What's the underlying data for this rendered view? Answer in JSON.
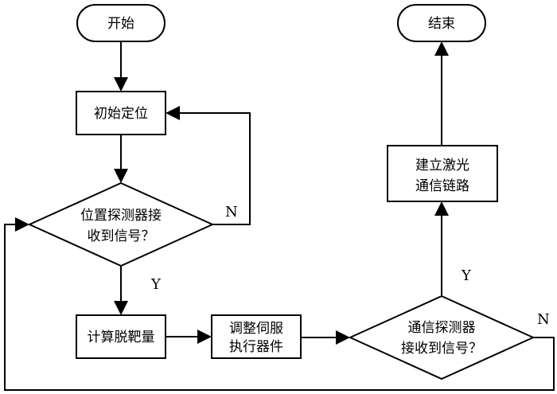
{
  "nodes": {
    "start": "开始",
    "end": "结束",
    "initial_position": "初始定位",
    "position_detector_line1": "位置探测器接",
    "position_detector_line2": "收到信号？",
    "compute_offset": "计算脱靶量",
    "adjust_servo_line1": "调整伺服",
    "adjust_servo_line2": "执行器件",
    "comm_detector_line1": "通信探测器",
    "comm_detector_line2": "接收到信号？",
    "laser_link_line1": "建立激光",
    "laser_link_line2": "通信链路"
  },
  "edges": {
    "position_no": "N",
    "position_yes": "Y",
    "comm_yes": "Y",
    "comm_no": "N"
  }
}
